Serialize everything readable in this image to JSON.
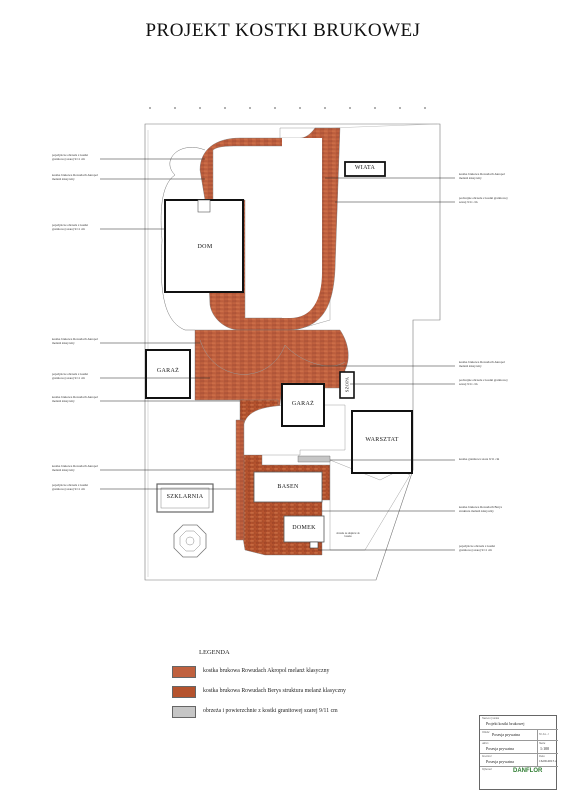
{
  "title": "PROJEKT KOSTKI BRUKOWEJ",
  "colors": {
    "brick_akropol": "#c0613f",
    "brick_berys": "#b5532e",
    "granite": "#c6c6c6",
    "outline": "#111111"
  },
  "buildings": {
    "dom": "DOM",
    "garaz_left": "GARAŻ",
    "garaz_center": "GARAŻ",
    "wiata": "WIATA",
    "szopa": "SZOPA",
    "warsztat": "WARSZTAT",
    "basen": "BASEN",
    "szklarnia": "SZKLARNIA",
    "domek": "DOMEK"
  },
  "left_labels": [
    "pojedyncze obrzeże z kostki granitowej szarej 9/11 cm",
    "kostka brukowa Rowudach Akropol melanż klasyczny",
    "pojedyncze obrzeże z kostki granitowej szarej 9/11 cm",
    "kostka brukowa Rowudach Akropol melanż klasyczny",
    "pojedyncze obrzeże z kostki granitowej szarej 9/11 cm",
    "kostka brukowa Rowudach Akropol melanż klasyczny",
    "kostka brukowa Rowudach Akropol melanż klasyczny",
    "pojedyncze obrzeże z kostki granitowej szarej 9/11 cm"
  ],
  "right_labels": [
    "kostka brukowa Rowudach Akropol melanż klasyczny",
    "podwójne obrzeże z kostki granitowej szarej 9/11 cm",
    "kostka brukowa Rowudach Akropol melanż klasyczny",
    "podwójne obrzeże z kostki granitowej szarej 9/11 cm",
    "kostka granitowa szara 9/11 cm",
    "kostka brukowa Rowudach Berys struktura melanż klasyczny",
    "pojedyncze obrzeże z kostki granitowej szarej 9/11 cm"
  ],
  "note_small": "obrzeże ze słupków do basenu",
  "legend": {
    "title": "LEGENDA",
    "items": [
      {
        "text": "kostka brukowa Rowudach Akropol melanż klasyczny",
        "color": "#c0613f"
      },
      {
        "text": "kostka brukowa Rowudach Berys struktura melanż klasyczny",
        "color": "#b5532e"
      },
      {
        "text": "obrzeża i powierzchnie z kostki granitowej szarej 9/11 cm",
        "color": "#c6c6c6"
      }
    ]
  },
  "title_block": {
    "name_label": "Nazwa rysunku",
    "name_value": "Projekt kostki brukowej",
    "owner_label": "Obiekt",
    "owner_value": "Posesja prywatna",
    "no_label": "Nr lus. 1",
    "address_label": "Adres",
    "address_value": "Posesja prywatna",
    "scale_label": "Skala",
    "scale_value": "1:100",
    "investor_label": "Inwestor",
    "investor_value": "Posesja prywatna",
    "date_label": "Data",
    "date_value": "16.09.2015 r.",
    "author_label": "Wykonał",
    "logo": "DANFLOR"
  }
}
